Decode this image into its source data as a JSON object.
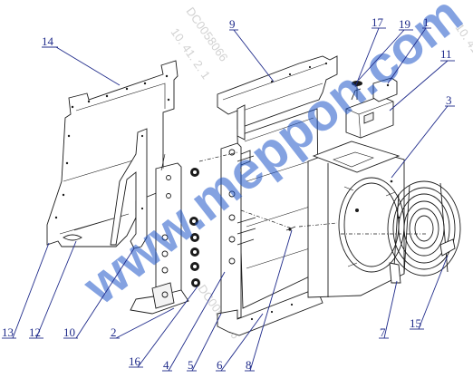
{
  "diagram": {
    "callouts": [
      {
        "id": "c14",
        "label": "14"
      },
      {
        "id": "c9",
        "label": "9"
      },
      {
        "id": "c17",
        "label": "17"
      },
      {
        "id": "c19",
        "label": "19"
      },
      {
        "id": "c1",
        "label": "1"
      },
      {
        "id": "c11",
        "label": "11"
      },
      {
        "id": "c3",
        "label": "3"
      },
      {
        "id": "c13",
        "label": "13"
      },
      {
        "id": "c12",
        "label": "12"
      },
      {
        "id": "c10",
        "label": "10"
      },
      {
        "id": "c2",
        "label": "2"
      },
      {
        "id": "c16",
        "label": "16"
      },
      {
        "id": "c4",
        "label": "4"
      },
      {
        "id": "c5",
        "label": "5"
      },
      {
        "id": "c6",
        "label": "6"
      },
      {
        "id": "c8",
        "label": "8"
      },
      {
        "id": "c7",
        "label": "7"
      },
      {
        "id": "c15",
        "label": "15"
      }
    ]
  },
  "watermarks": {
    "main": "www.meppon.com",
    "code": "DC0058066",
    "ip": "10. 41. 2. 1"
  },
  "colors": {
    "line": "#1b1b1b",
    "callout": "#1e2a8a",
    "watermark": "#1f56c8"
  }
}
